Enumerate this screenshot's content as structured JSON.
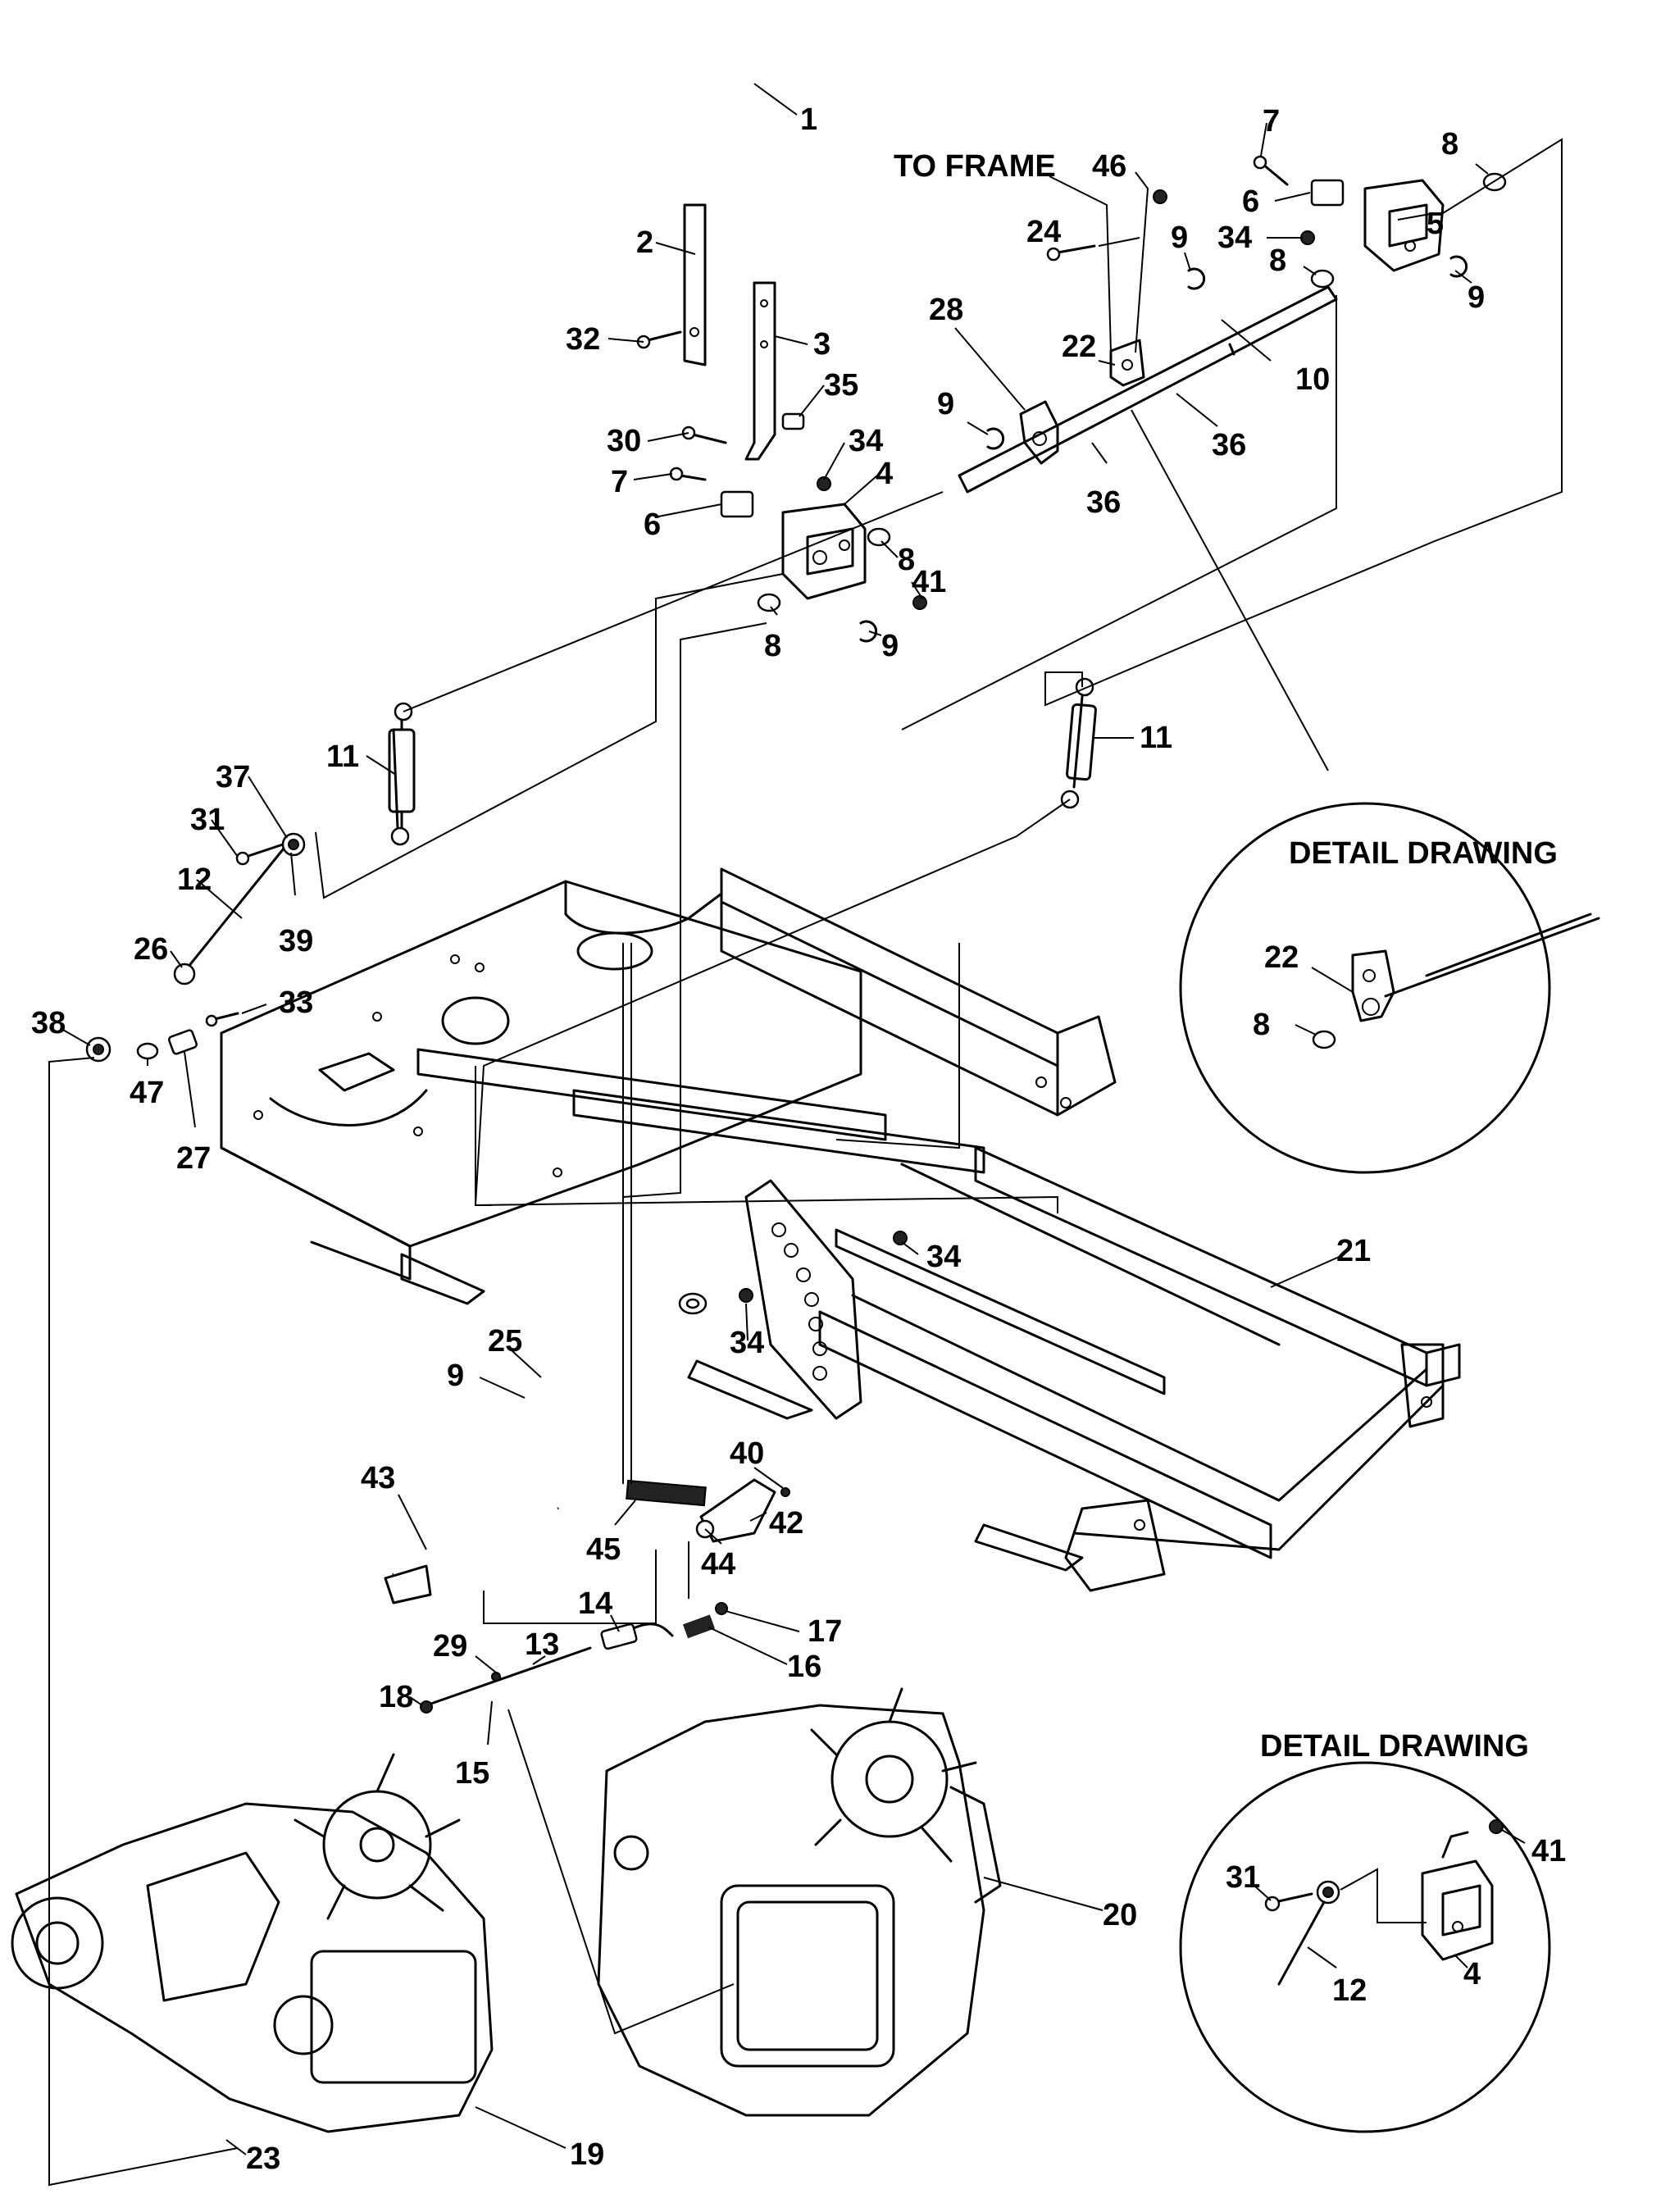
{
  "headings": {
    "to_frame": "TO FRAME",
    "detail_top": "DETAIL DRAWING",
    "detail_bottom": "DETAIL DRAWING"
  },
  "callouts": {
    "c1": "1",
    "c2": "2",
    "c3": "3",
    "c4": "4",
    "c5": "5",
    "c6a": "6",
    "c6b": "6",
    "c7a": "7",
    "c7b": "7",
    "c8a": "8",
    "c8b": "8",
    "c8c": "8",
    "c8d": "8",
    "c9a": "9",
    "c9b": "9",
    "c9c": "9",
    "c9d": "9",
    "c10": "10",
    "c11a": "11",
    "c11b": "11",
    "c12": "12",
    "c13": "13",
    "c14": "14",
    "c15": "15",
    "c16": "16",
    "c17": "17",
    "c18": "18",
    "c19": "19",
    "c20": "20",
    "c21": "21",
    "c22": "22",
    "c23": "23",
    "c24": "24",
    "c25": "25",
    "c26": "26",
    "c27": "27",
    "c28": "28",
    "c29": "29",
    "c30": "30",
    "c31": "31",
    "c32": "32",
    "c33": "33",
    "c34a": "34",
    "c34b": "34",
    "c34c": "34",
    "c34d": "34",
    "c35": "35",
    "c36a": "36",
    "c36b": "36",
    "c37": "37",
    "c38": "38",
    "c39": "39",
    "c40": "40",
    "c41": "41",
    "c42": "42",
    "c43": "43",
    "c44": "44",
    "c45": "45",
    "c46": "46",
    "c47": "47"
  },
  "detail_top_callouts": {
    "d22": "22",
    "d8": "8"
  },
  "detail_bottom_callouts": {
    "d31": "31",
    "d41": "41",
    "d12": "12",
    "d4": "4"
  }
}
